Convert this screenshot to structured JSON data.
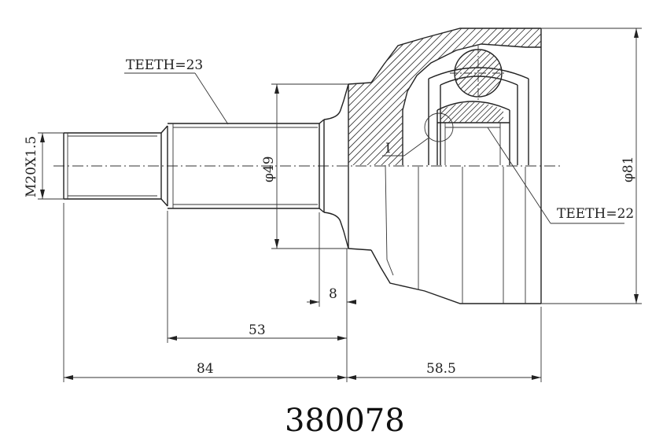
{
  "labels": {
    "teeth_shaft": "TEETH=23",
    "teeth_inner": "TEETH=22",
    "thread": "M20X1.5",
    "shaft_dia": "φ49",
    "outer_dia": "φ81",
    "detail_mark": "I"
  },
  "dimensions": {
    "shoulder": "8",
    "spline_len": "53",
    "shaft_total": "84",
    "body_len": "58.5"
  },
  "part_number": "380078"
}
